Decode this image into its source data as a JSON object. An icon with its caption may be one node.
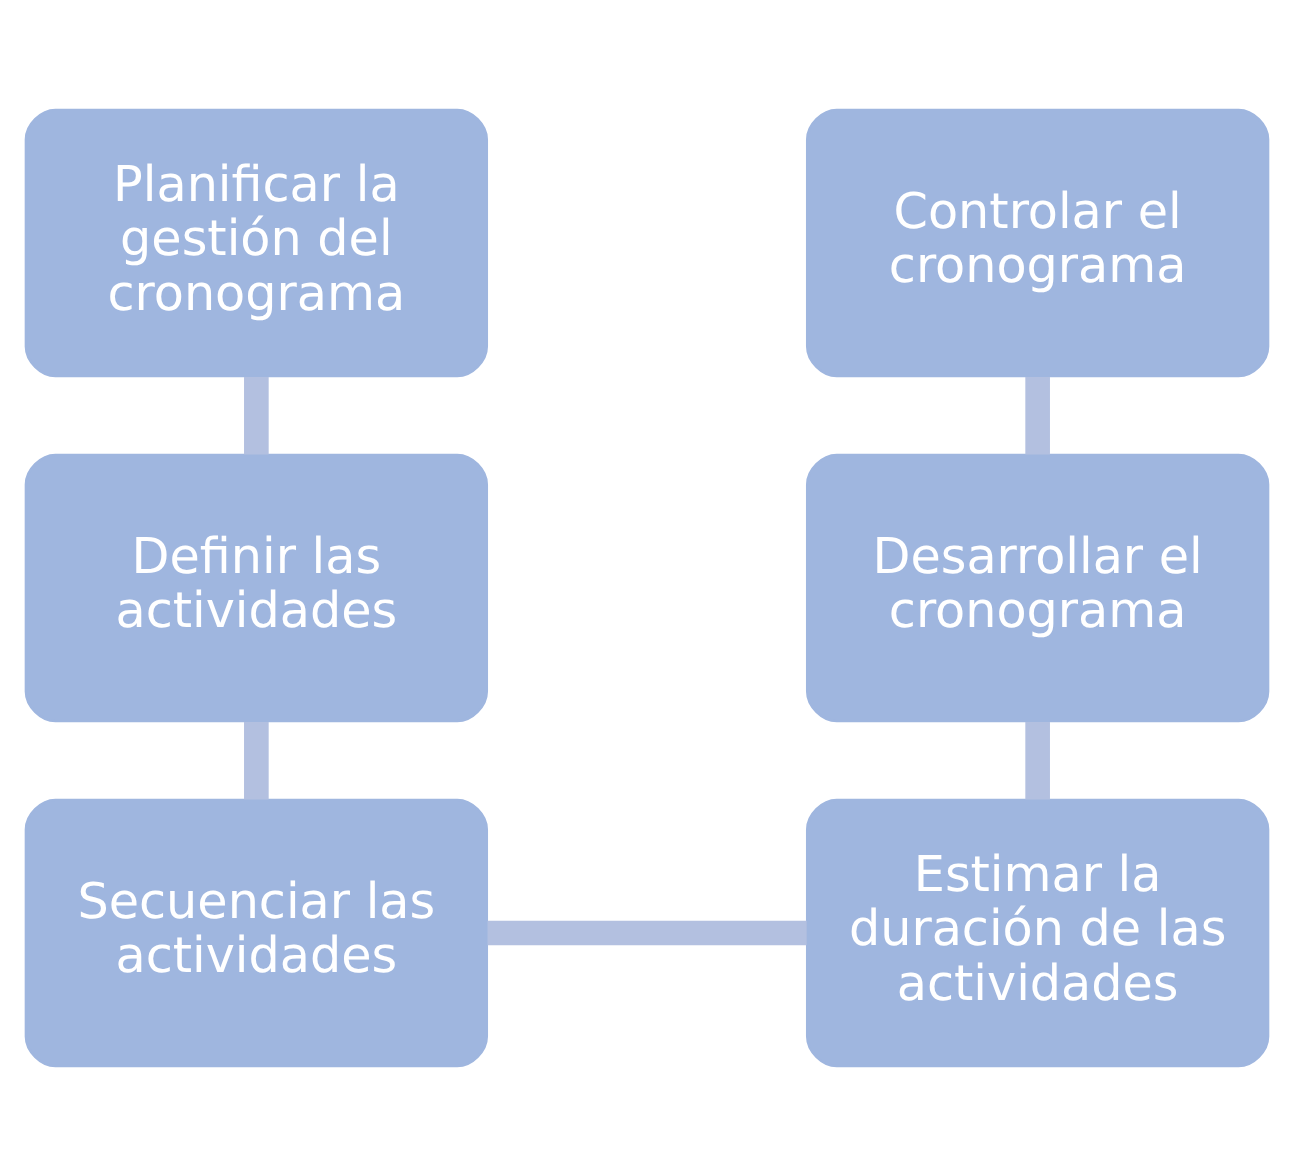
{
  "diagram": {
    "nodes": [
      {
        "text": [
          "Planificar la gestión del cronograma"
        ]
      },
      {
        "text": [
          "Controlar el cronograma"
        ]
      },
      {
        "text": [
          "Definir las actividades"
        ]
      },
      {
        "text": [
          "Desarrollar el cronograma"
        ]
      },
      {
        "text": [
          "Secuenciar las actividades"
        ]
      },
      {
        "text": [
          "Estimar la duración de las actividades"
        ]
      }
    ],
    "edges": [
      {
        "from": 0,
        "to": 2,
        "arrow": "none"
      },
      {
        "from": 2,
        "to": 4,
        "arrow": "none"
      },
      {
        "from": 4,
        "to": 5,
        "arrow": "none"
      },
      {
        "from": 5,
        "to": 3,
        "arrow": "none"
      },
      {
        "from": 3,
        "to": 1,
        "arrow": "none"
      }
    ]
  }
}
